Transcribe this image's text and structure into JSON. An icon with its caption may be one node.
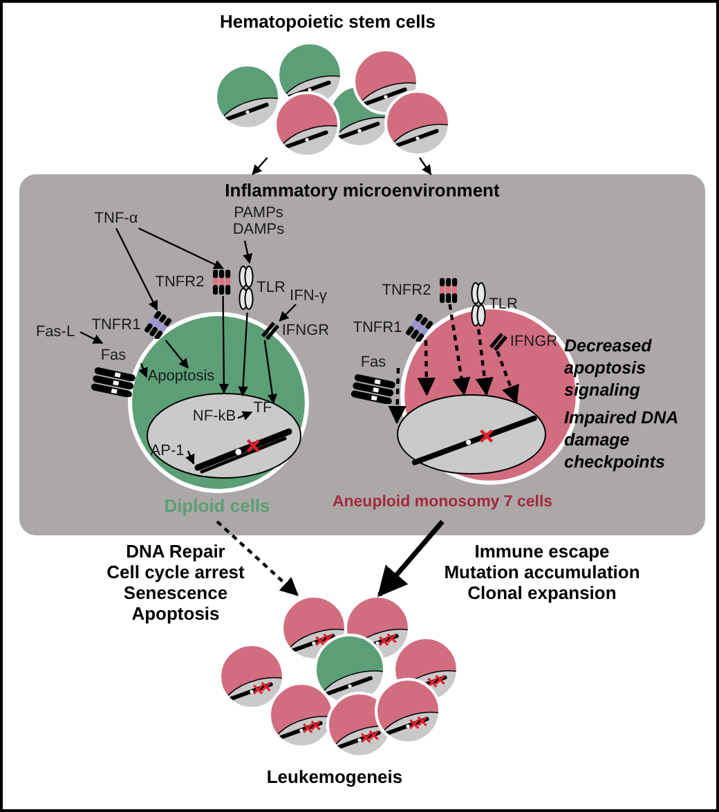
{
  "diagram": {
    "nodes": [
      {
        "text": [
          "Hematopoietic stem cells"
        ]
      },
      {
        "text": [
          "Inflammatory microenvironment"
        ]
      },
      {
        "text": [
          "Diploid cells"
        ],
        "in": 1
      },
      {
        "text": [
          "Apoptosis"
        ],
        "in": 2
      },
      {
        "text": [],
        "shape": "circle",
        "in": 2
      },
      {
        "text": [
          "NF-kB"
        ],
        "in": 4
      },
      {
        "text": [
          "TF"
        ],
        "in": 4
      },
      {
        "text": [
          "AP-1"
        ],
        "in": 4
      },
      {
        "text": [],
        "shape": "bar",
        "in": 4
      },
      {
        "text": [
          "TNFR1"
        ],
        "in": 1
      },
      {
        "text": [
          "TNFR2"
        ],
        "in": 1
      },
      {
        "text": [
          "TLR"
        ],
        "in": 1
      },
      {
        "text": [
          "IFNGR"
        ],
        "in": 1
      },
      {
        "text": [
          "Fas"
        ],
        "in": 1
      },
      {
        "text": [
          "TNF-α"
        ],
        "in": 1
      },
      {
        "text": [
          "PAMPs DAMPs"
        ],
        "in": 1
      },
      {
        "text": [
          "IFN-γ"
        ],
        "in": 1
      },
      {
        "text": [
          "Fas-L"
        ],
        "in": 1
      },
      {
        "text": [
          "Aneuploid monosomy 7 cells"
        ],
        "in": 1
      },
      {
        "text": [],
        "shape": "circle",
        "in": 18
      },
      {
        "text": [
          "TNFR1"
        ],
        "in": 1
      },
      {
        "text": [
          "TNFR2"
        ],
        "in": 1
      },
      {
        "text": [
          "TLR"
        ],
        "in": 1
      },
      {
        "text": [
          "IFNGR"
        ],
        "in": 18
      },
      {
        "text": [
          "Fas"
        ],
        "in": 1
      },
      {
        "text": [
          "Leukemogeneis"
        ]
      }
    ],
    "edges": [
      {
        "from": 0,
        "to": 1,
        "arrow": "to"
      },
      {
        "from": 0,
        "to": 1,
        "arrow": "to"
      },
      {
        "from": 14,
        "to": 9,
        "arrow": "to"
      },
      {
        "from": 14,
        "to": 10,
        "arrow": "to"
      },
      {
        "from": 15,
        "to": 11,
        "arrow": "to"
      },
      {
        "from": 16,
        "to": 12,
        "arrow": "to"
      },
      {
        "from": 17,
        "to": 13,
        "arrow": "to"
      },
      {
        "from": 9,
        "to": 3,
        "arrow": "to"
      },
      {
        "from": 13,
        "to": 3,
        "arrow": "to"
      },
      {
        "from": 10,
        "to": 4,
        "arrow": "to"
      },
      {
        "from": 11,
        "to": 4,
        "arrow": "to"
      },
      {
        "from": 12,
        "to": 4,
        "arrow": "to"
      },
      {
        "from": 5,
        "to": 6,
        "arrow": "to"
      },
      {
        "from": 7,
        "to": 8,
        "arrow": "to"
      },
      {
        "from": 20,
        "to": 19,
        "arrow": "to",
        "style": "dashed"
      },
      {
        "from": 21,
        "to": 19,
        "arrow": "to",
        "style": "dashed"
      },
      {
        "from": 22,
        "to": 19,
        "arrow": "to",
        "style": "dashed"
      },
      {
        "from": 23,
        "to": 19,
        "arrow": "to",
        "style": "dashed"
      },
      {
        "from": 24,
        "to": 19,
        "arrow": "to",
        "style": "dashed"
      },
      {
        "from": 2,
        "to": 25,
        "arrow": "to",
        "style": "dashed"
      },
      {
        "from": 18,
        "to": 25,
        "arrow": "to",
        "style": "thick"
      }
    ],
    "labels": [
      "Decreased apoptosis signaling",
      "Impaired DNA damage checkpoints",
      "DNA Repair",
      "Cell cycle arrest",
      "Senescence",
      "Apoptosis",
      "Immune escape",
      "Mutation accumulation",
      "Clonal expansion"
    ]
  }
}
